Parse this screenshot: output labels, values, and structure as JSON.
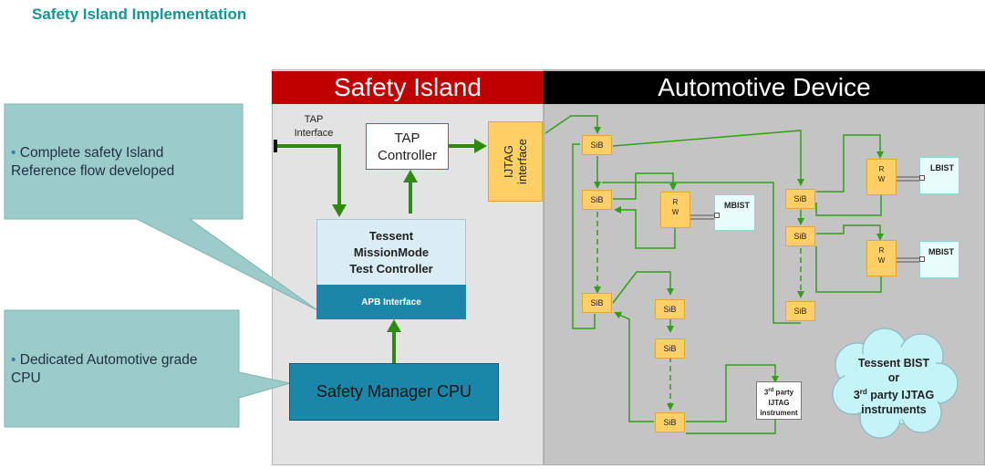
{
  "title": "Safety Island Implementation",
  "callouts": [
    {
      "text": "Complete safety Island Reference flow developed"
    },
    {
      "text": "Dedicated Automotive grade CPU"
    }
  ],
  "safety_island": {
    "header": "Safety Island",
    "tap_interface_label": [
      "TAP",
      "Interface"
    ],
    "tap_controller": [
      "TAP",
      "Controller"
    ],
    "test_controller": [
      "Tessent",
      "MissionMode",
      "Test Controller"
    ],
    "apb_interface": "APB Interface",
    "safety_manager_cpu": "Safety Manager CPU"
  },
  "automotive_device": {
    "header": "Automotive Device",
    "ijtag_interface": [
      "IJTAG",
      "interface"
    ],
    "sib_label": "SiB",
    "rw_labels": [
      "R",
      "W"
    ],
    "mbist_label": "MBIST",
    "lbist_label": "LBIST",
    "third_party": {
      "line1_num": "3",
      "line1_sup": "rd",
      "line1_rest": " party",
      "line2": "IJTAG",
      "line3": "instrument"
    },
    "cloud": {
      "line1": "Tessent BIST",
      "line2": "or",
      "line3_num": "3",
      "line3_sup": "rd",
      "line3_rest": " party IJTAG",
      "line4": "instruments"
    }
  },
  "colors": {
    "title": "#149591",
    "safety_island_header": "#c00000",
    "automotive_header": "#000000",
    "callout": "#9cccc9",
    "sib": "#ffd066",
    "cpu": "#1b87a8",
    "apb": "#1b86a8",
    "arrow": "#2e8b12",
    "line": "#32a016"
  }
}
